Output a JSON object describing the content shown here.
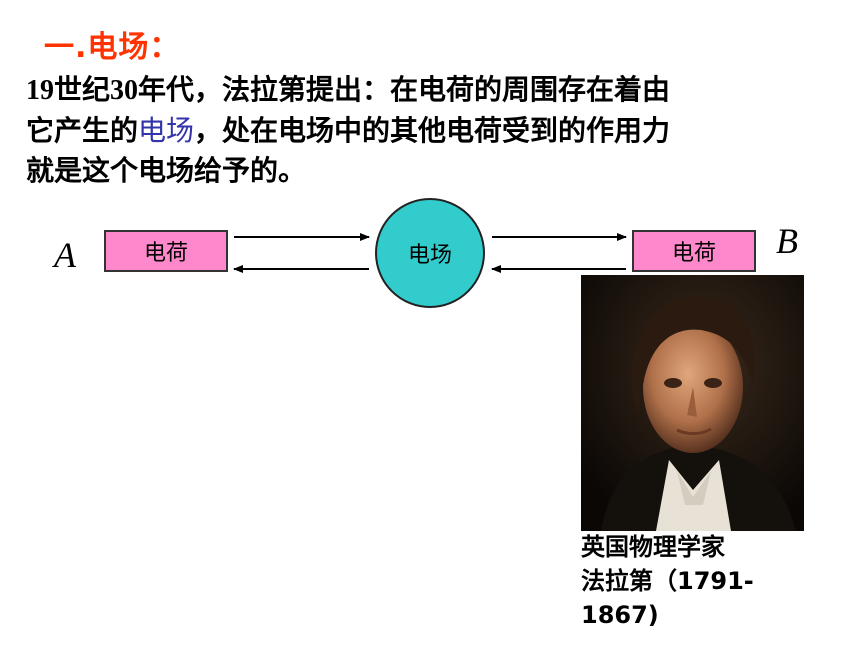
{
  "title": "一.电场：",
  "paragraph": {
    "line1_num1": "19",
    "line1_a": "世纪",
    "line1_num2": "30",
    "line1_b": "年代，法拉第提出：在电荷的周围存在着由",
    "line2_a": "它产生的",
    "line2_highlight": "电场",
    "line2_b": "，处在电场中的其他电荷受到的作用力",
    "line3": "就是这个电场给予的。"
  },
  "diagram": {
    "label_a": "A",
    "label_b": "B",
    "charge_a": "电荷",
    "field": "电场",
    "charge_b": "电荷"
  },
  "portrait": {
    "caption_line1": "英国物理学家",
    "caption_line2": "法拉第（1791-",
    "caption_line3": "1867)"
  },
  "colors": {
    "title": "#ff3300",
    "highlight": "#3333aa",
    "charge_box": "#ff88cc",
    "field_circle": "#33cccc"
  }
}
